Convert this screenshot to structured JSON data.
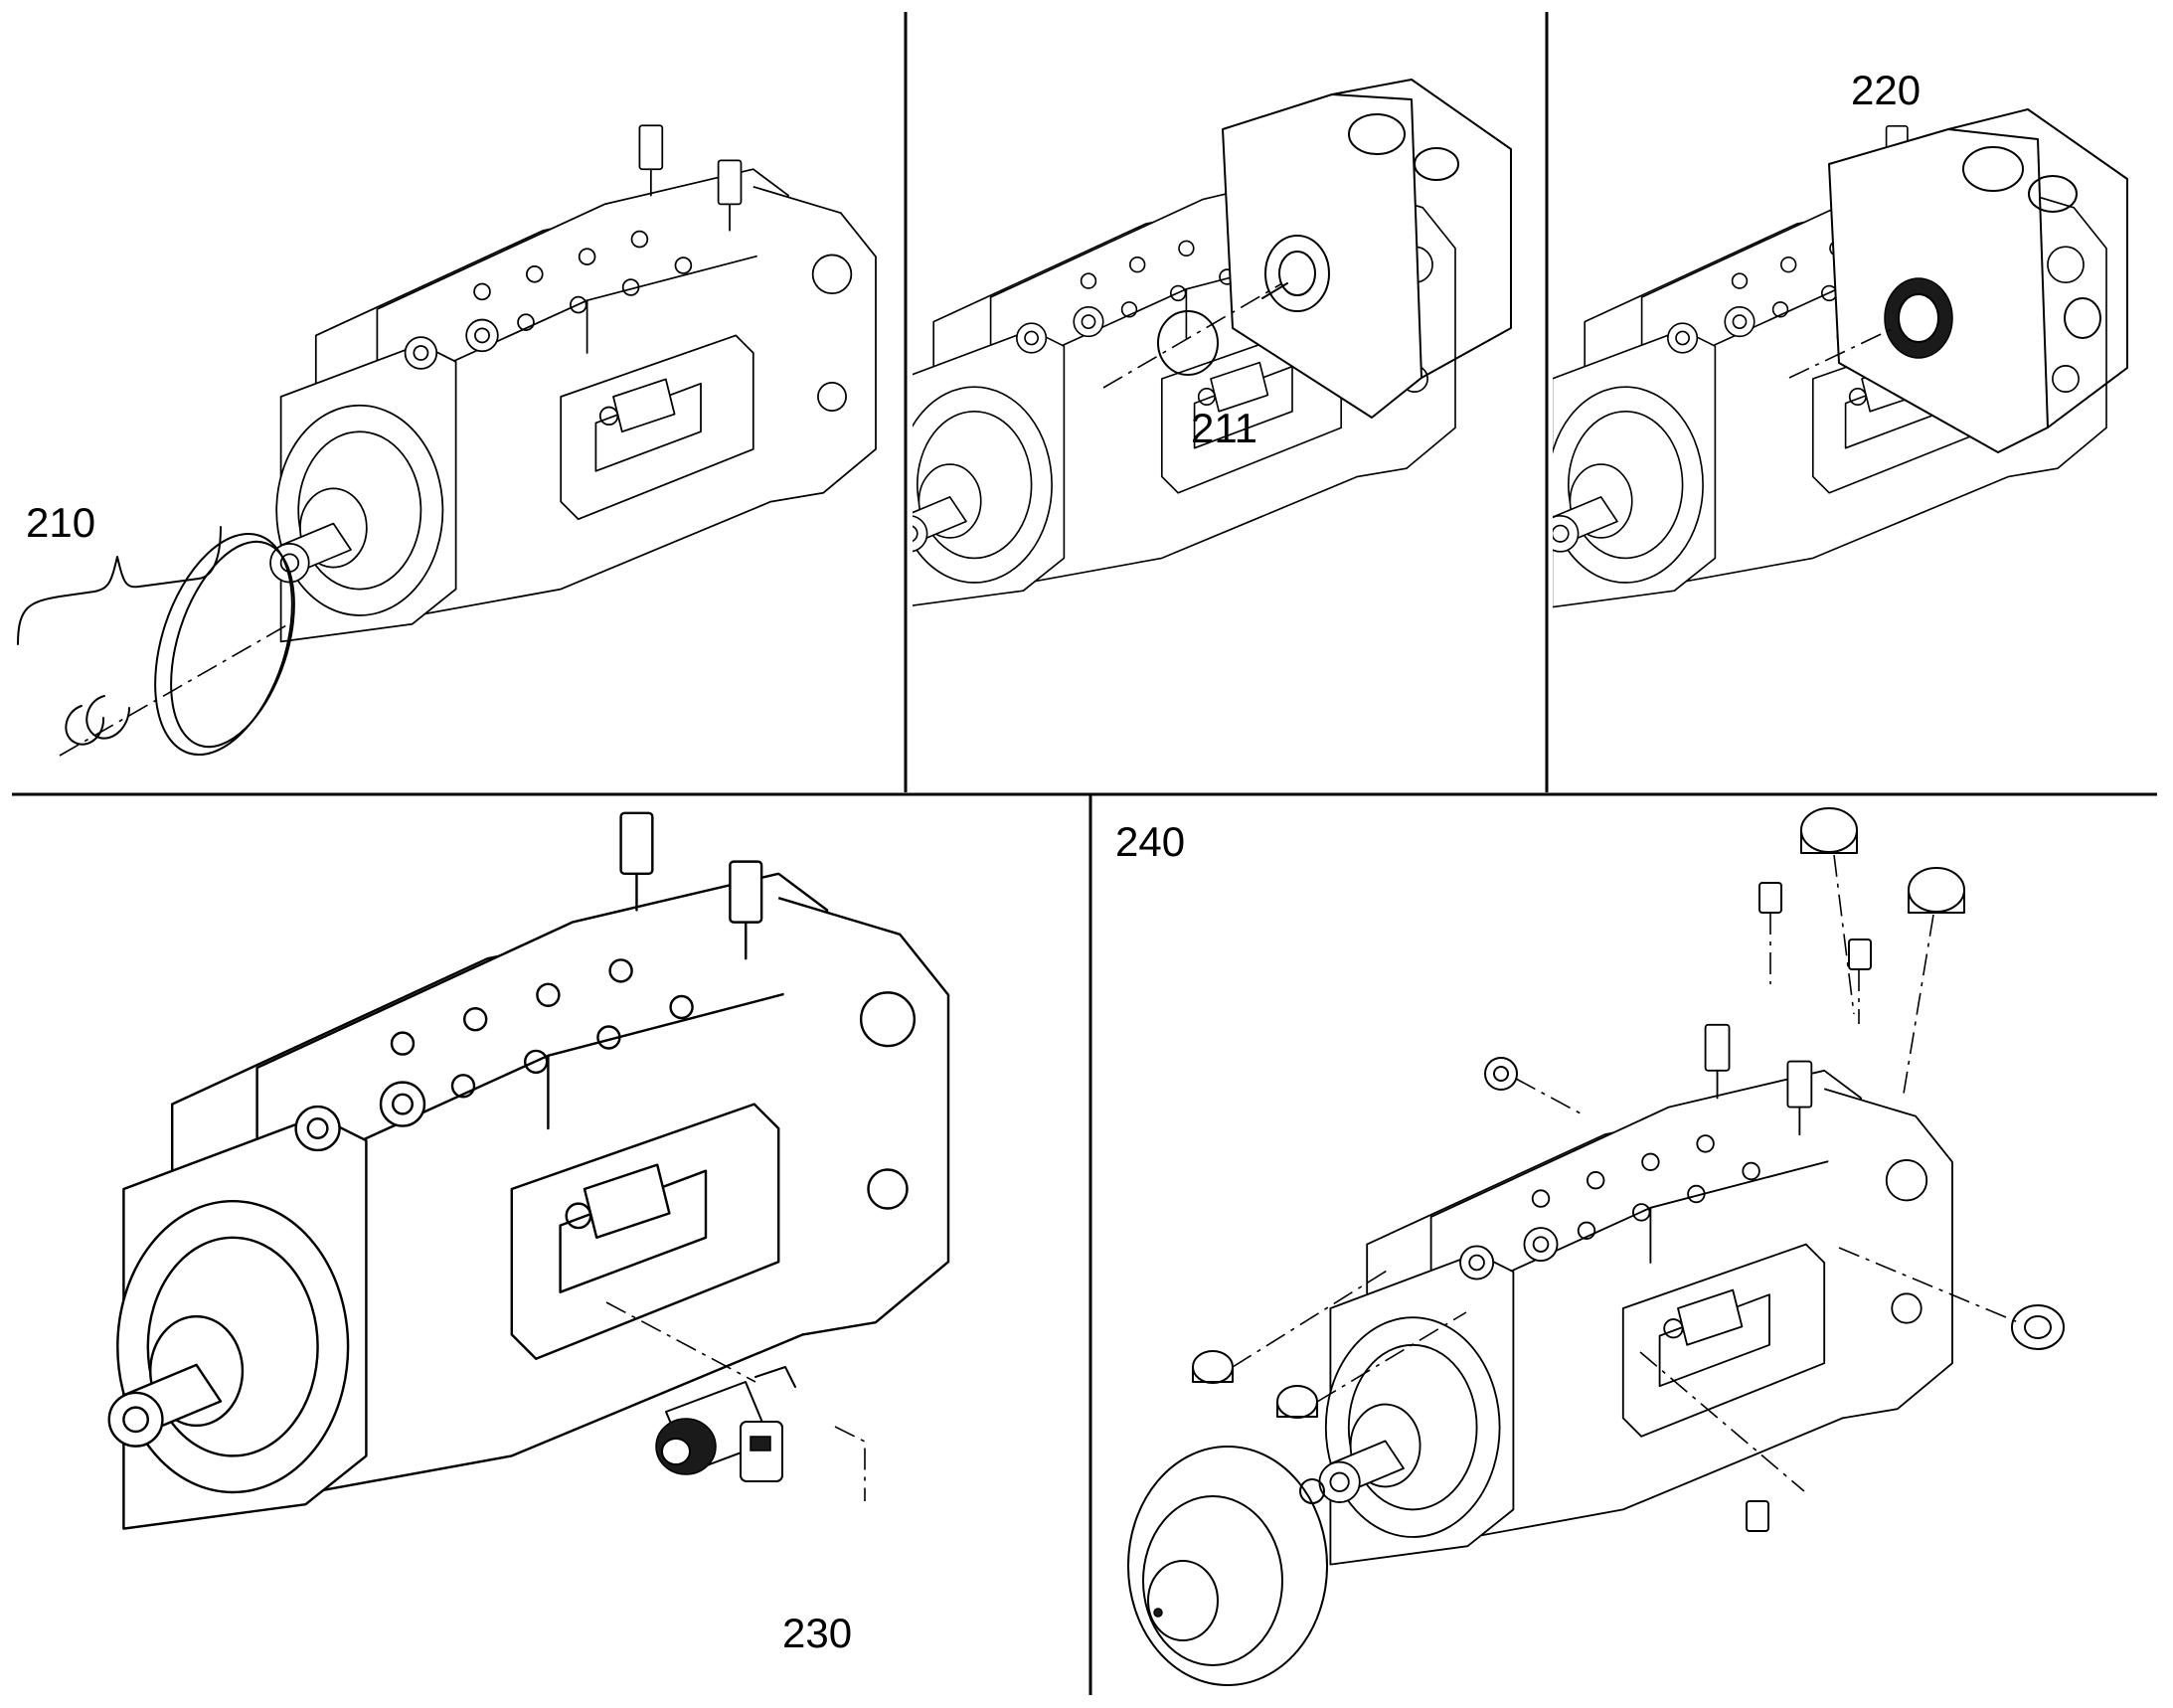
{
  "figure": {
    "type": "exploded parts diagram",
    "panels": [
      {
        "id": "panel-210",
        "callouts": [
          "210"
        ]
      },
      {
        "id": "panel-211",
        "callouts": [
          "211"
        ]
      },
      {
        "id": "panel-220",
        "callouts": [
          "220"
        ]
      },
      {
        "id": "panel-230",
        "callouts": [
          "230"
        ]
      },
      {
        "id": "panel-240",
        "callouts": [
          "240"
        ]
      }
    ]
  },
  "callouts": {
    "c210": "210",
    "c211": "211",
    "c220": "220",
    "c230": "230",
    "c240": "240"
  },
  "colors": {
    "ink": "#000000",
    "paper": "#ffffff"
  }
}
